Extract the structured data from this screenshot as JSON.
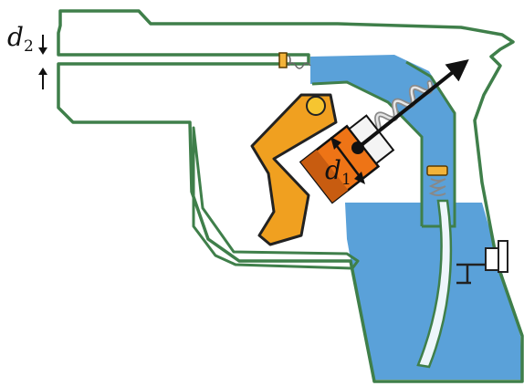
{
  "labels": {
    "d2": {
      "symbol": "d",
      "sub": "2"
    },
    "d1": {
      "symbol": "d",
      "sub": "1"
    }
  },
  "colors": {
    "outline": "#3f7f4a",
    "water": "#5aa1d9",
    "trigger": "#f0a020",
    "piston": "#ee7416",
    "piston_dark": "#c85c10",
    "spring": "#8a8a8a",
    "arrow": "#111111",
    "valve": "#f3b33a"
  },
  "icons": {
    "trigger": "trigger-icon",
    "arrow": "arrow-icon",
    "spring": "spring-icon",
    "valve": "valve-icon",
    "tap": "tap-icon"
  }
}
